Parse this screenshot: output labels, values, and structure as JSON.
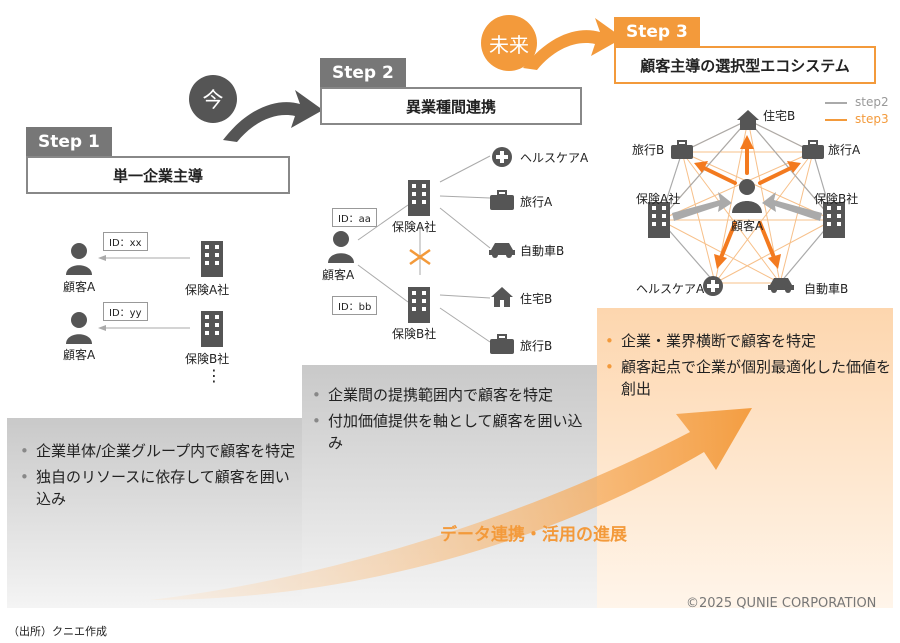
{
  "colors": {
    "accent": "#f39a3b",
    "gray": "#777777",
    "dark": "#555555"
  },
  "transitions": {
    "now": "今",
    "future": "未来"
  },
  "step1": {
    "tag": "Step 1",
    "title": "単一企業主導",
    "customers": [
      "顧客A",
      "顧客A"
    ],
    "companies": [
      "保険A社",
      "保険B社"
    ],
    "ids": [
      "ID：xx",
      "ID：yy"
    ],
    "more": "⋮",
    "bullets": [
      "企業単体/企業グループ内で顧客を特定",
      "独自のリソースに依存して顧客を囲い込み"
    ]
  },
  "step2": {
    "tag": "Step 2",
    "title": "異業種間連携",
    "customer": "顧客A",
    "companies": [
      "保険A社",
      "保険B社"
    ],
    "ids": [
      "ID：aa",
      "ID：bb"
    ],
    "partners_a": [
      "ヘルスケアA",
      "旅行A",
      "自動車B"
    ],
    "partners_b": [
      "住宅B",
      "旅行B"
    ],
    "bullets": [
      "企業間の提携範囲内で顧客を特定",
      "付加価値提供を軸として顧客を囲い込み"
    ]
  },
  "step3": {
    "tag": "Step 3",
    "title": "顧客主導の選択型エコシステム",
    "center": "顧客A",
    "nodes": [
      "住宅B",
      "旅行A",
      "保険B社",
      "自動車B",
      "ヘルスケアA",
      "保険A社",
      "旅行B"
    ],
    "legend": [
      "step2",
      "step3"
    ],
    "bullets": [
      "企業・業界横断で顧客を特定",
      "顧客起点で企業が個別最適化した価値を創出"
    ]
  },
  "progress_label": "データ連携・活用の進展",
  "copyright": "©2025 QUNIE CORPORATION",
  "source": "（出所）クニエ作成"
}
